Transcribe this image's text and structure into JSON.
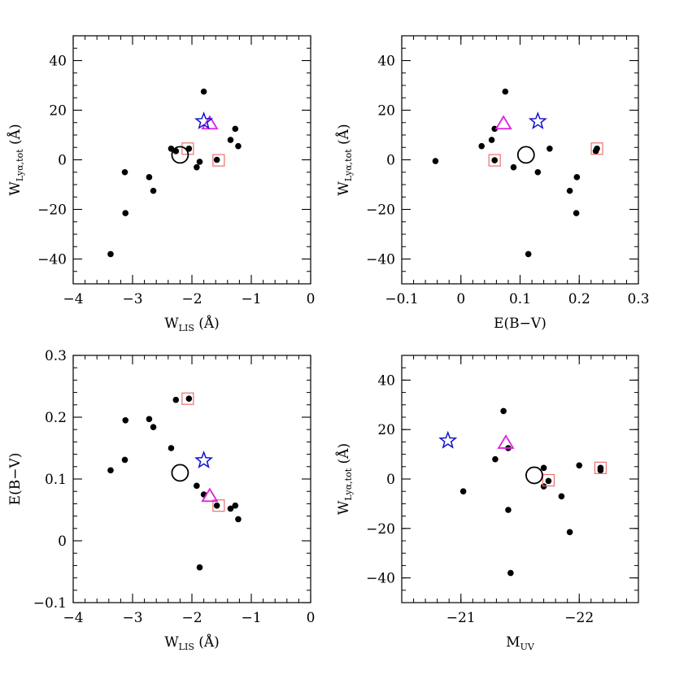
{
  "colors": {
    "points": "#000000",
    "square": "#e8716e",
    "star": "#1010d0",
    "triangle": "#e020e0",
    "circle": "#000000"
  },
  "chart_data": [
    {
      "type": "scatter",
      "title": "",
      "xlabel": {
        "main": "W",
        "sub": "LIS",
        "suffix": " (Å)"
      },
      "ylabel": {
        "main": "W",
        "sub": "Lyα,tot",
        "suffix": " (Å)"
      },
      "xlim": [
        -4,
        0
      ],
      "ylim": [
        -50,
        50
      ],
      "xticks": [
        -4,
        -3,
        -2,
        -1,
        0
      ],
      "xtick_labels": [
        "−4",
        "−3",
        "−2",
        "−1",
        "0"
      ],
      "yticks": [
        -40,
        -20,
        0,
        20,
        40
      ],
      "ytick_labels": [
        "−40",
        "−20",
        "0",
        "20",
        "40"
      ],
      "x_minor_step": 0.2,
      "y_minor_step": 5,
      "points": [
        {
          "x": -3.37,
          "y": -38
        },
        {
          "x": -3.13,
          "y": -5
        },
        {
          "x": -3.12,
          "y": -21.5
        },
        {
          "x": -2.72,
          "y": -7
        },
        {
          "x": -2.65,
          "y": -12.5
        },
        {
          "x": -2.35,
          "y": 4.5
        },
        {
          "x": -2.27,
          "y": 3.5
        },
        {
          "x": -2.05,
          "y": 4.5
        },
        {
          "x": -1.92,
          "y": -3
        },
        {
          "x": -1.87,
          "y": -0.8
        },
        {
          "x": -1.8,
          "y": 27.5
        },
        {
          "x": -1.58,
          "y": 0
        },
        {
          "x": -1.35,
          "y": 8
        },
        {
          "x": -1.27,
          "y": 12.5
        },
        {
          "x": -1.22,
          "y": 5.5
        }
      ],
      "squares": [
        {
          "x": -2.07,
          "y": 4.5
        },
        {
          "x": -1.55,
          "y": -0.2
        }
      ],
      "stars": [
        {
          "x": -1.8,
          "y": 15.5
        }
      ],
      "triangles": [
        {
          "x": -1.7,
          "y": 14.5
        }
      ],
      "circles": [
        {
          "x": -2.2,
          "y": 2
        }
      ]
    },
    {
      "type": "scatter",
      "title": "",
      "xlabel": {
        "main": "E(B−V)",
        "sub": "",
        "suffix": ""
      },
      "ylabel": {
        "main": "W",
        "sub": "Lyα,tot",
        "suffix": " (Å)"
      },
      "xlim": [
        -0.1,
        0.3
      ],
      "ylim": [
        -50,
        50
      ],
      "xticks": [
        -0.1,
        0,
        0.1,
        0.2,
        0.3
      ],
      "xtick_labels": [
        "−0.1",
        "0",
        "0.1",
        "0.2",
        "0.3"
      ],
      "yticks": [
        -40,
        -20,
        0,
        20,
        40
      ],
      "ytick_labels": [
        "−40",
        "−20",
        "0",
        "20",
        "40"
      ],
      "x_minor_step": 0.02,
      "y_minor_step": 5,
      "points": [
        {
          "x": -0.043,
          "y": -0.5
        },
        {
          "x": 0.035,
          "y": 5.5
        },
        {
          "x": 0.052,
          "y": 8
        },
        {
          "x": 0.057,
          "y": 12.5
        },
        {
          "x": 0.057,
          "y": -0.2
        },
        {
          "x": 0.075,
          "y": 27.5
        },
        {
          "x": 0.089,
          "y": -3
        },
        {
          "x": 0.114,
          "y": -38
        },
        {
          "x": 0.13,
          "y": -5
        },
        {
          "x": 0.15,
          "y": 4.5
        },
        {
          "x": 0.184,
          "y": -12.5
        },
        {
          "x": 0.196,
          "y": -7
        },
        {
          "x": 0.195,
          "y": -21.5
        },
        {
          "x": 0.228,
          "y": 3.5
        },
        {
          "x": 0.23,
          "y": 4.5
        }
      ],
      "squares": [
        {
          "x": 0.057,
          "y": -0.2
        },
        {
          "x": 0.23,
          "y": 4.5
        }
      ],
      "stars": [
        {
          "x": 0.13,
          "y": 15.5
        }
      ],
      "triangles": [
        {
          "x": 0.072,
          "y": 14.5
        }
      ],
      "circles": [
        {
          "x": 0.11,
          "y": 2
        }
      ]
    },
    {
      "type": "scatter",
      "title": "",
      "xlabel": {
        "main": "W",
        "sub": "LIS",
        "suffix": " (Å)"
      },
      "ylabel": {
        "main": "E(B−V)",
        "sub": "",
        "suffix": ""
      },
      "xlim": [
        -4,
        0
      ],
      "ylim": [
        -0.1,
        0.3
      ],
      "xticks": [
        -4,
        -3,
        -2,
        -1,
        0
      ],
      "xtick_labels": [
        "−4",
        "−3",
        "−2",
        "−1",
        "0"
      ],
      "yticks": [
        -0.1,
        0,
        0.1,
        0.2,
        0.3
      ],
      "ytick_labels": [
        "−0.1",
        "0",
        "0.1",
        "0.2",
        "0.3"
      ],
      "x_minor_step": 0.2,
      "y_minor_step": 0.02,
      "points": [
        {
          "x": -3.37,
          "y": 0.114
        },
        {
          "x": -3.13,
          "y": 0.131
        },
        {
          "x": -3.12,
          "y": 0.195
        },
        {
          "x": -2.72,
          "y": 0.197
        },
        {
          "x": -2.65,
          "y": 0.184
        },
        {
          "x": -2.35,
          "y": 0.15
        },
        {
          "x": -2.27,
          "y": 0.228
        },
        {
          "x": -2.05,
          "y": 0.23
        },
        {
          "x": -1.92,
          "y": 0.089
        },
        {
          "x": -1.87,
          "y": -0.043
        },
        {
          "x": -1.8,
          "y": 0.075
        },
        {
          "x": -1.58,
          "y": 0.057
        },
        {
          "x": -1.35,
          "y": 0.052
        },
        {
          "x": -1.27,
          "y": 0.057
        },
        {
          "x": -1.22,
          "y": 0.035
        }
      ],
      "squares": [
        {
          "x": -2.07,
          "y": 0.23
        },
        {
          "x": -1.55,
          "y": 0.057
        }
      ],
      "stars": [
        {
          "x": -1.8,
          "y": 0.13
        }
      ],
      "triangles": [
        {
          "x": -1.7,
          "y": 0.072
        }
      ],
      "circles": [
        {
          "x": -2.2,
          "y": 0.11
        }
      ]
    },
    {
      "type": "scatter",
      "title": "",
      "xlabel": {
        "main": "M",
        "sub": "UV",
        "suffix": ""
      },
      "ylabel": {
        "main": "W",
        "sub": "Lyα,tot",
        "suffix": " (Å)"
      },
      "xlim": [
        -20.5,
        -22.5
      ],
      "ylim": [
        -50,
        50
      ],
      "xticks": [
        -21,
        -22
      ],
      "xtick_labels": [
        "−21",
        "−22"
      ],
      "yticks": [
        -40,
        -20,
        0,
        20,
        40
      ],
      "ytick_labels": [
        "−40",
        "−20",
        "0",
        "20",
        "40"
      ],
      "x_minor_step": 0.1,
      "y_minor_step": 5,
      "points": [
        {
          "x": -21.02,
          "y": -5
        },
        {
          "x": -21.29,
          "y": 8
        },
        {
          "x": -21.36,
          "y": 27.5
        },
        {
          "x": -21.4,
          "y": 12.5
        },
        {
          "x": -21.4,
          "y": -12.5
        },
        {
          "x": -21.42,
          "y": -38
        },
        {
          "x": -21.7,
          "y": 4.5
        },
        {
          "x": -21.7,
          "y": -3
        },
        {
          "x": -21.74,
          "y": -0.8
        },
        {
          "x": -21.85,
          "y": -7
        },
        {
          "x": -21.92,
          "y": -21.5
        },
        {
          "x": -22.0,
          "y": 5.5
        },
        {
          "x": -22.18,
          "y": 3.5
        },
        {
          "x": -22.18,
          "y": 4.5
        }
      ],
      "squares": [
        {
          "x": -21.74,
          "y": -0.5
        },
        {
          "x": -22.18,
          "y": 4.5
        }
      ],
      "stars": [
        {
          "x": -20.89,
          "y": 15.5
        }
      ],
      "triangles": [
        {
          "x": -21.38,
          "y": 14.5
        }
      ],
      "circles": [
        {
          "x": -21.62,
          "y": 1.5
        }
      ]
    }
  ]
}
